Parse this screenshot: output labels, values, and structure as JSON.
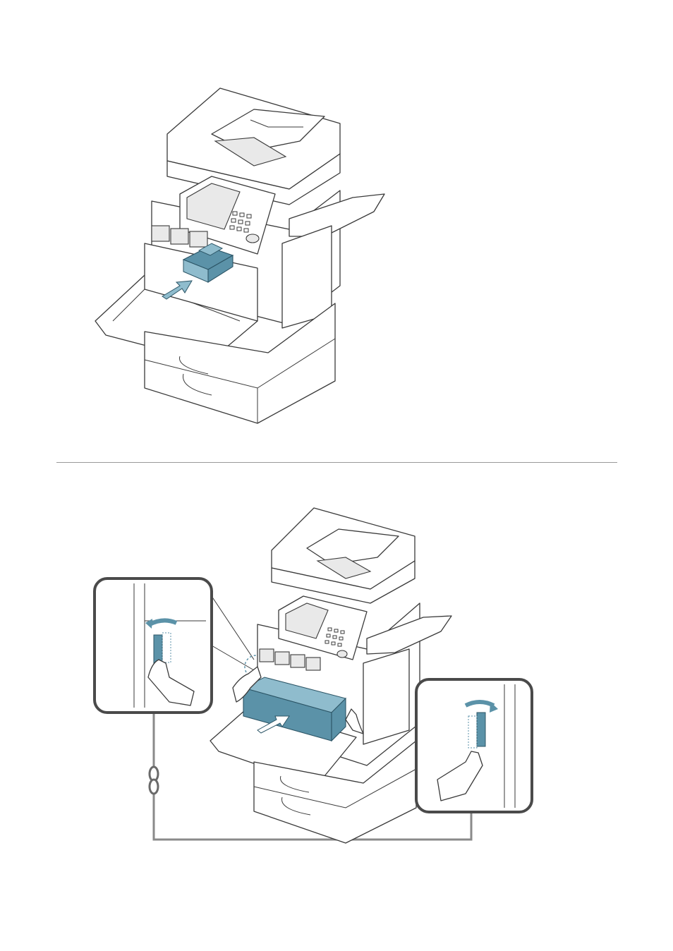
{
  "page": {
    "background": "#ffffff"
  },
  "figures": [
    {
      "id": "insert-toner",
      "icons": [
        "printer-illustration",
        "toner-cartridge-icon",
        "insert-arrow-icon"
      ],
      "accent": "#5b92a8"
    },
    {
      "id": "remove-waste-container",
      "icons": [
        "printer-illustration",
        "waste-container-icon",
        "pull-arrow-icon",
        "hand-lever-left-icon",
        "hand-lever-right-icon",
        "chain-link-icon"
      ],
      "accent": "#5b92a8"
    }
  ],
  "colors": {
    "line": "#3a3a3a",
    "highlight": "#5b92a8",
    "divider": "#9a9a9a",
    "callout_border": "#4a4a4a"
  }
}
